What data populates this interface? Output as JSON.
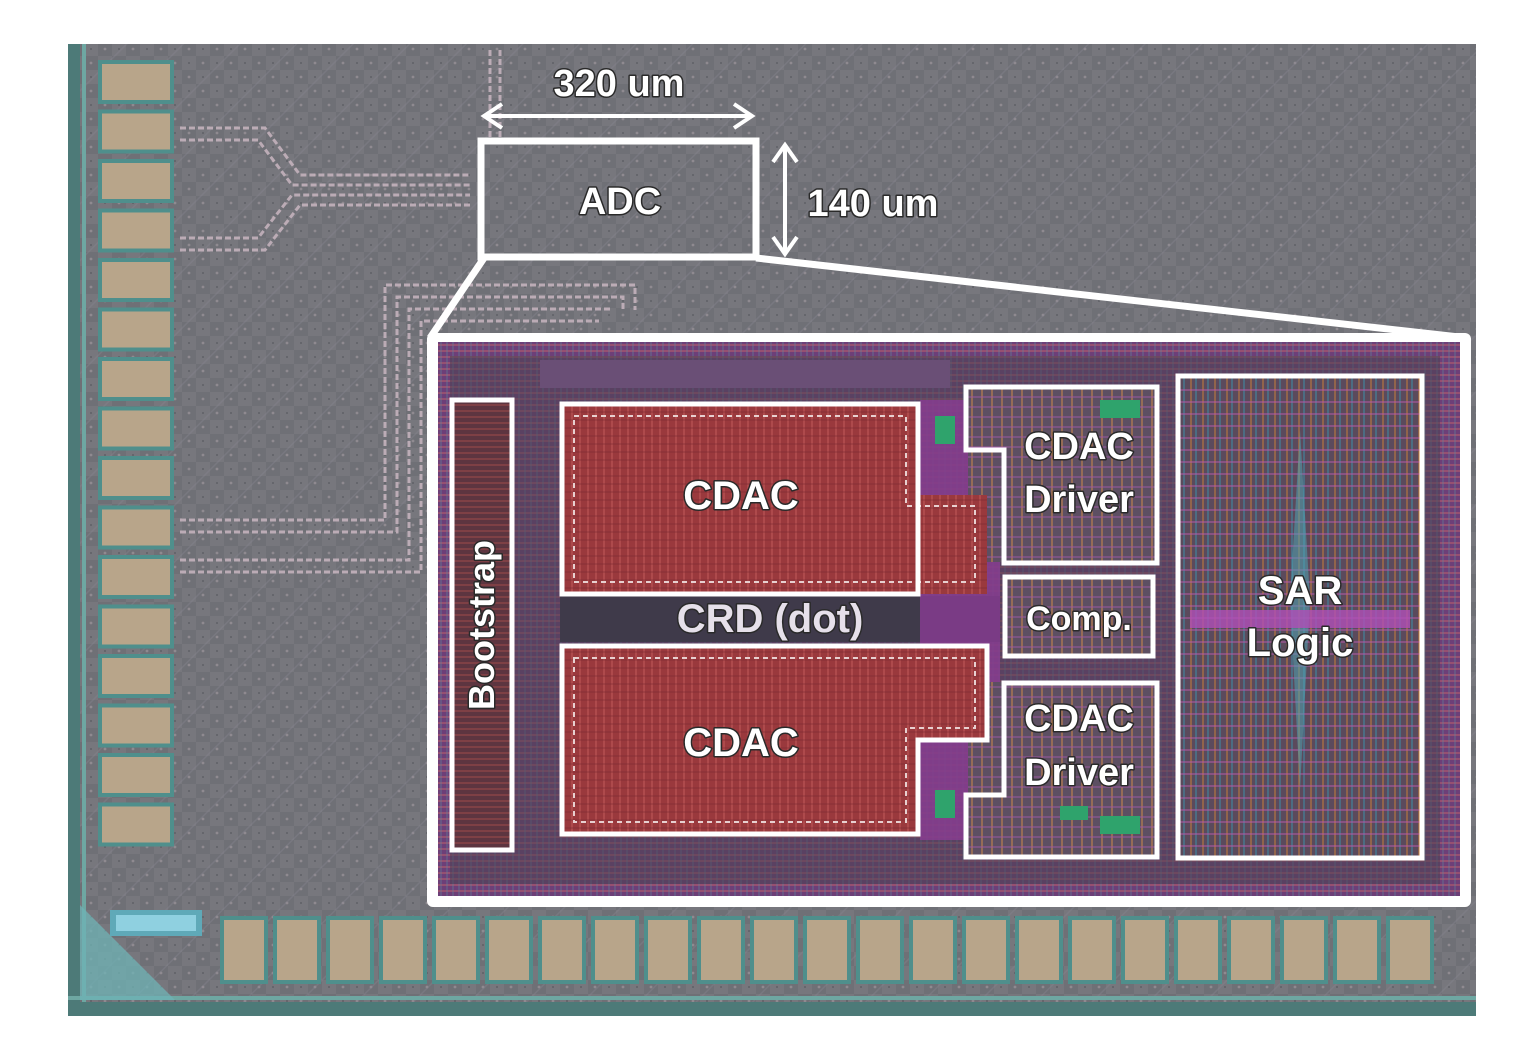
{
  "labels": {
    "width_dim": "320 um",
    "height_dim": "140 um",
    "adc": "ADC",
    "cdac_top": "CDAC",
    "cdac_bottom": "CDAC",
    "crd": "CRD (dot)",
    "bootstrap": "Bootstrap",
    "driver_top_line1": "CDAC",
    "driver_top_line2": "Driver",
    "driver_bottom_line1": "CDAC",
    "driver_bottom_line2": "Driver",
    "comp": "Comp.",
    "sar_line1": "SAR",
    "sar_line2": "Logic"
  },
  "colors": {
    "die_background": "#7a7a80",
    "pad_fill": "#b8a58a",
    "pad_border": "#4f8f8c",
    "cdac_fill": "#9c3a3e",
    "layout_purple": "#7a3c84",
    "outline": "#ffffff"
  }
}
